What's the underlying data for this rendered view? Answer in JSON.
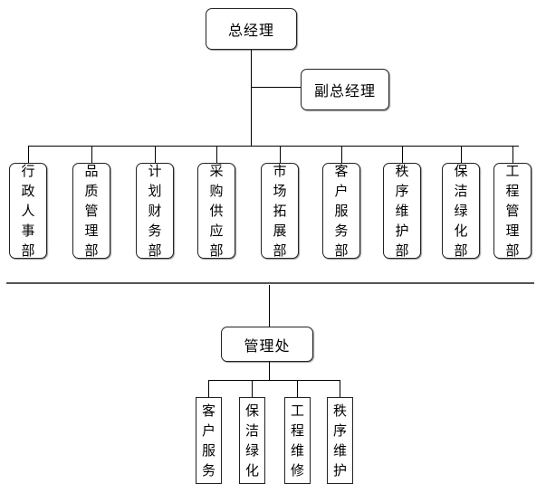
{
  "top": {
    "general_manager": "总经理",
    "deputy_general_manager": "副总经理"
  },
  "departments": [
    {
      "label": "行政人事部"
    },
    {
      "label": "品质管理部"
    },
    {
      "label": "计划财务部"
    },
    {
      "label": "采购供应部"
    },
    {
      "label": "市场拓展部"
    },
    {
      "label": "客户服务部"
    },
    {
      "label": "秩序维护部"
    },
    {
      "label": "保洁绿化部"
    },
    {
      "label": "工程管理部"
    }
  ],
  "management_office": {
    "label": "管理处",
    "units": [
      {
        "label": "客户服务"
      },
      {
        "label": "保洁绿化"
      },
      {
        "label": "工程维修"
      },
      {
        "label": "秩序维护"
      }
    ]
  }
}
